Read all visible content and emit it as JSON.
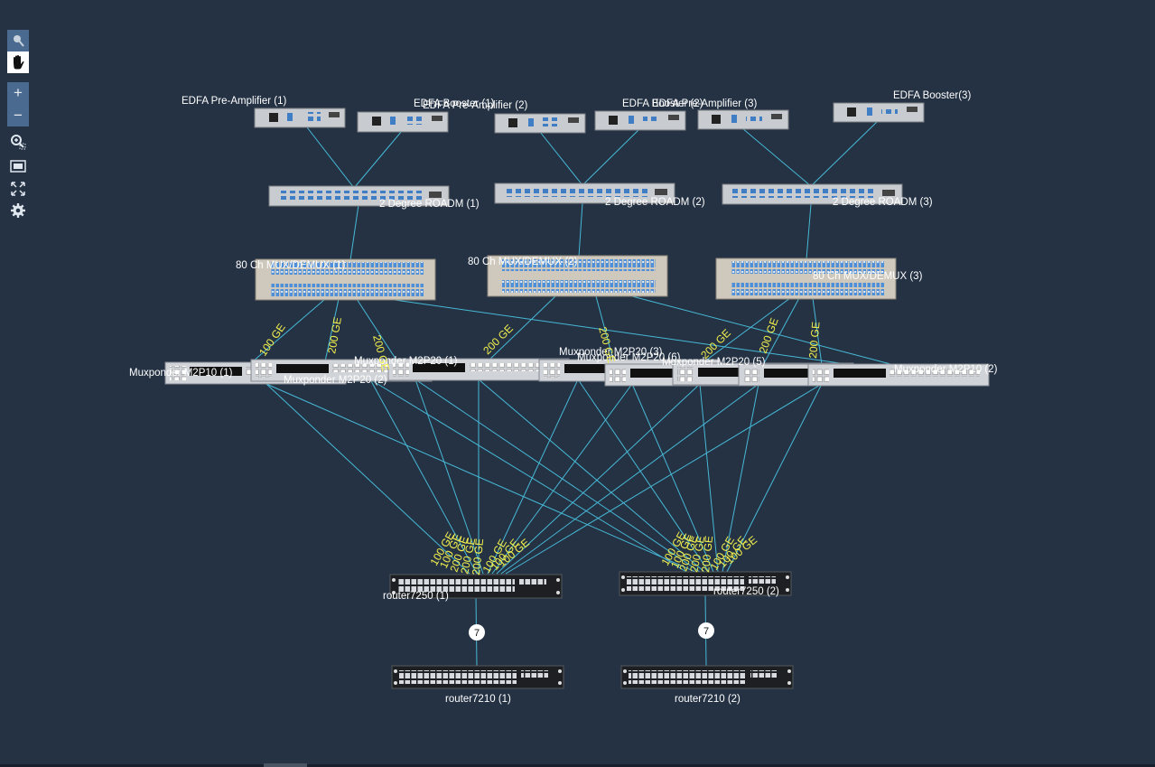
{
  "toolbar": {
    "tools": [
      {
        "name": "select-tool",
        "icon": "pointer-icon"
      },
      {
        "name": "pan-tool",
        "icon": "hand-icon",
        "active": true
      }
    ],
    "zoom": [
      {
        "name": "zoom-in-button",
        "glyph": "+"
      },
      {
        "name": "zoom-out-button",
        "glyph": "−"
      }
    ],
    "actions": [
      {
        "name": "zoom-selection-button",
        "icon": "zoom-region-icon"
      },
      {
        "name": "fit-screen-button",
        "icon": "fit-screen-icon"
      },
      {
        "name": "expand-button",
        "icon": "expand-icon"
      },
      {
        "name": "settings-button",
        "icon": "gear-icon"
      }
    ]
  },
  "nodes": {
    "edfa_pre1": "EDFA Pre-Amplifier (1)",
    "edfa_booster1": "EDFA Booster (1)",
    "edfa_pre2": "EDFA Pre-Amplifier (2)",
    "edfa_booster2": "EDFA Booster (2)",
    "edfa_pre3": "EDFA Pre-Amplifier (3)",
    "edfa_booster3": "EDFA Booster(3)",
    "roadm1": "2 Degree ROADM (1)",
    "roadm2": "2 Degree ROADM (2)",
    "roadm3": "2 Degree ROADM (3)",
    "mux1": "80 Ch MUX/DEMUX (1)",
    "mux2": "80 Ch MUX/DEMUX (2)",
    "mux3": "80 Ch MUX/DEMUX (3)",
    "muxp_m2p20_1": "Muxponder M2P20 (1)",
    "muxp_m2p20_2": "Muxponder M2P20 (2)",
    "muxp_m2p20_3": "Muxponder M2P20 (3)",
    "muxp_m2p20_5": "Muxponder M2P20 (5)",
    "muxp_m2p20_6": "Muxponder M2P20 (6)",
    "muxp_left": "Muxponder M2P10 (1)",
    "muxp_right": "Muxponder M2P10 (2)",
    "sw1": "router7250 (1)",
    "sw2": "router7250 (2)",
    "router1": "router7210 (1)",
    "router2": "router7210 (2)"
  },
  "speeds": {
    "s100": "100 GE",
    "s200": "200 GE"
  },
  "bundles": {
    "b1": "7",
    "b2": "7"
  },
  "colors": {
    "background": "#243244",
    "link": "#47b9d6",
    "speed_label": "#f4f14d",
    "toolbar": "#4b6a8f"
  }
}
